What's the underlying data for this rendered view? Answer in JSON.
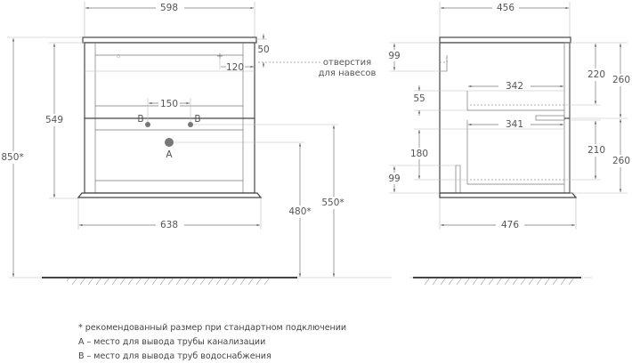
{
  "front_view": {
    "width_top": "598",
    "height_body": "549",
    "height_total": "850*",
    "hole_offset_vertical": "50",
    "hole_offset_horizontal": "120",
    "hole_note_line1": "отверстия",
    "hole_note_line2": "для навесов",
    "water_spacing": "150",
    "water_label": "B",
    "drain_label": "A",
    "drain_height": "480*",
    "water_height": "550*",
    "width_bottom": "638"
  },
  "side_view": {
    "depth_top": "456",
    "hook_height": "99",
    "upper_drawer_depth": "342",
    "upper_drawer_gap": "55",
    "lower_drawer_depth": "341",
    "lower_drawer_offset": "180",
    "bottom_post_height": "99",
    "upper_drawer_inner": "220",
    "upper_front": "260",
    "lower_drawer_inner": "210",
    "lower_front": "260",
    "depth_bottom": "476"
  },
  "notes": [
    "* рекомендованный размер при стандартном подключении",
    "А – место для вывода трубы канализации",
    "В – место для вывода труб водоснабжения"
  ]
}
